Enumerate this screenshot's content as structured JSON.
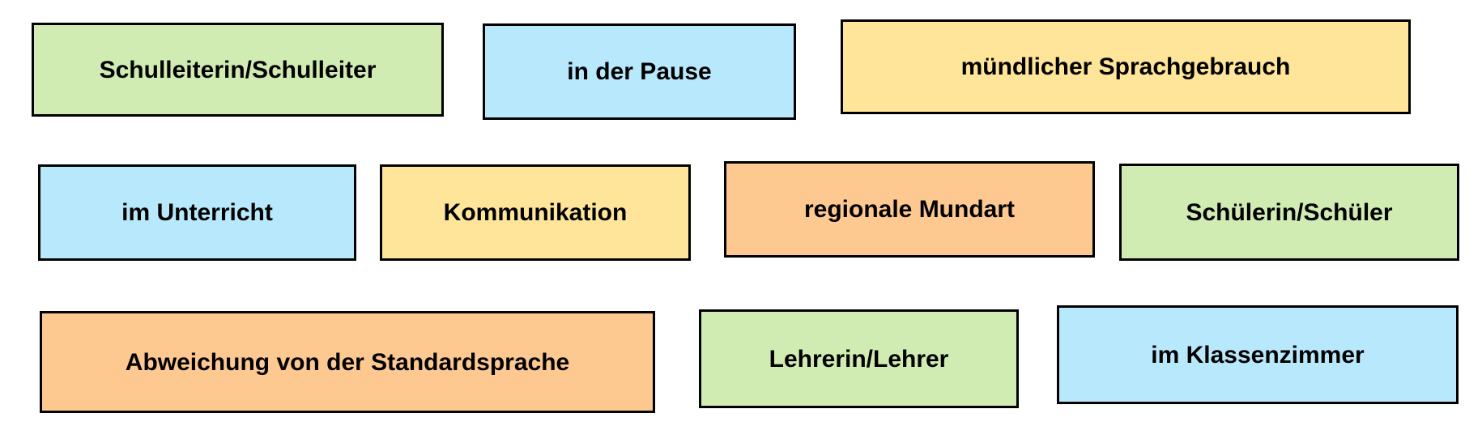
{
  "page": {
    "background_color": "#ffffff",
    "text_color": "#000000",
    "card_border_color": "#000000"
  },
  "palette": {
    "green": "#d0ecb2",
    "blue": "#b8e8fb",
    "yellow": "#ffe599",
    "orange": "#fec991"
  },
  "cards": [
    {
      "label": "Schulleiterin/Schulleiter",
      "color": "green"
    },
    {
      "label": "in der Pause",
      "color": "blue"
    },
    {
      "label": "mündlicher Sprachgebrauch",
      "color": "yellow"
    },
    {
      "label": "im Unterricht",
      "color": "blue"
    },
    {
      "label": "Kommunikation",
      "color": "yellow"
    },
    {
      "label": "regionale Mundart",
      "color": "orange"
    },
    {
      "label": "Schülerin/Schüler",
      "color": "green"
    },
    {
      "label": "Abweichung von der Standardsprache",
      "color": "orange"
    },
    {
      "label": "Lehrerin/Lehrer",
      "color": "green"
    },
    {
      "label": "im Klassenzimmer",
      "color": "blue"
    }
  ]
}
